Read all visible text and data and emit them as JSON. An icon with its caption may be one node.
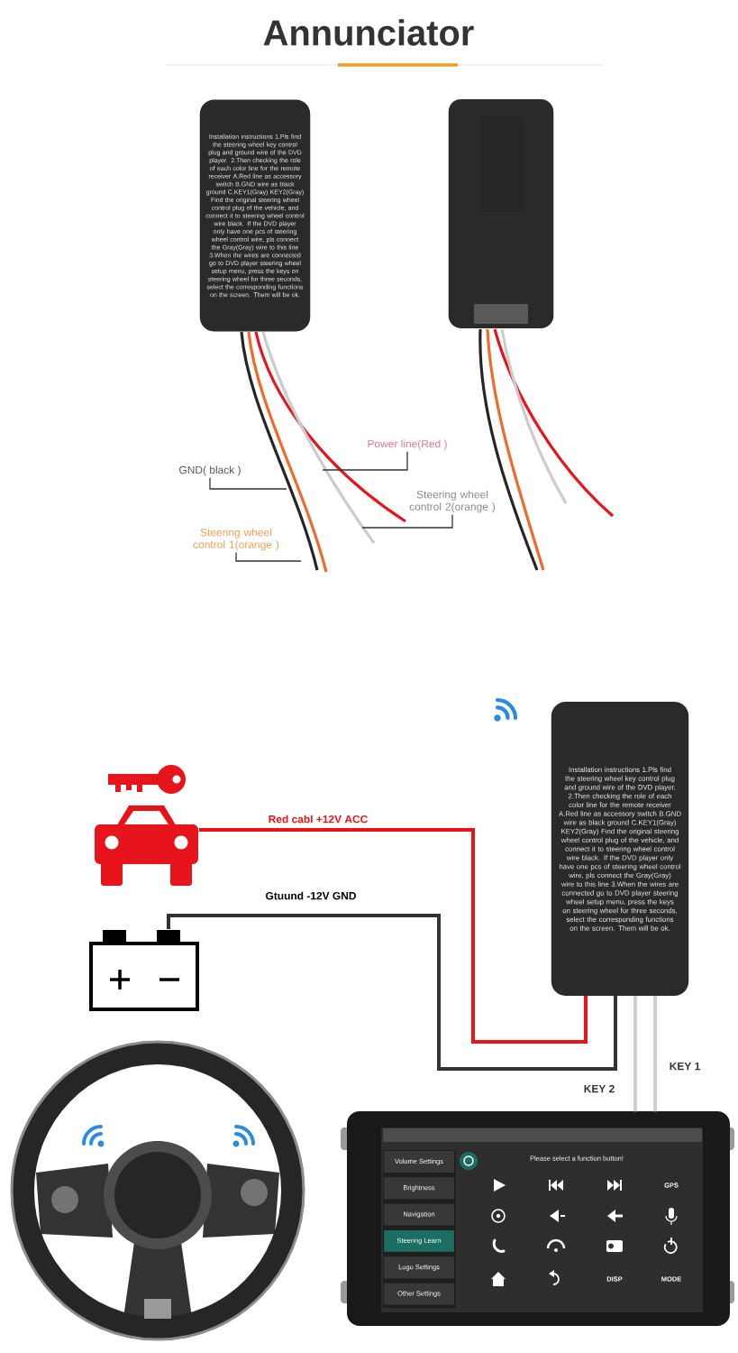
{
  "diagram": {
    "title": "Annunciator",
    "nodes": [
      {
        "text": [
          "Installation instructions 1.Pls find the steering wheel key control plug and ground wire of the DVD player. 2.Then checking the role of each color line for the remote receiver A.Red line as accessory switch B.GND wire as black ground C.KEY1(Gray) KEY2(Gray) Find the original steering wheel control plug of the vehicle, and connect it to steering wheel control wire black. If the DVD player only have one pcs of steering wheel control wire, pls connect the Gray(Gray) wire to this line 3.When the wires are connected go to DVD player steering wheel setup menu, press the keys on steering wheel for three seconds, select the corresponding functions on the screen. Them will be ok."
        ]
      },
      {
        "text": [],
        "shape": "box"
      },
      {
        "text": [
          "Power line(Red )"
        ]
      },
      {
        "text": [
          "GND( black )"
        ]
      },
      {
        "text": [
          "Steering wheel control 2(orange )"
        ]
      },
      {
        "text": [
          "Steering wheel control 1(orange )"
        ]
      },
      {
        "text": [],
        "shape": "picture"
      },
      {
        "text": [],
        "shape": "picture"
      },
      {
        "text": [
          "Installation instructions 1.Pls find the steering wheel key control plug and ground wire of the DVD player. 2.Then checking the role of each color line for the remote receiver A.Red line as accessory switch B.GND wire as black ground C.KEY1(Gray) KEY2(Gray) Find the original steering wheel control plug of the vehicle, and connect it to steering wheel control wire black. If the DVD player only have one pcs of steering wheel control wire, pls connect the Gray(Gray) wire to this line 3.When the wires are connected go to DVD player steering wheel setup menu, press the keys on steering wheel for three seconds, select the corresponding functions on the screen. Them will be ok."
        ]
      },
      {
        "text": [],
        "shape": "picture"
      },
      {
        "text": [],
        "shape": "picture"
      },
      {
        "text": [
          "Volume Settings"
        ],
        "in": 10
      },
      {
        "text": [
          "Brightness"
        ],
        "in": 10
      },
      {
        "text": [
          "Navigation"
        ],
        "in": 10
      },
      {
        "text": [
          "Steering Learn"
        ],
        "in": 10
      },
      {
        "text": [
          "Logo Settings"
        ],
        "in": 10
      },
      {
        "text": [
          "Other Settings"
        ],
        "in": 10
      }
    ],
    "edges": [
      {
        "from": 2,
        "to": null,
        "arrow": "none"
      },
      {
        "from": 3,
        "to": null,
        "arrow": "none"
      },
      {
        "from": 4,
        "to": null,
        "arrow": "none"
      },
      {
        "from": 5,
        "to": null,
        "arrow": "none"
      },
      {
        "from": 6,
        "to": 8,
        "arrow": "none",
        "label": "Red cabl  +12V  ACC",
        "style": "thick",
        "color": "#e8141b"
      },
      {
        "from": 7,
        "to": 8,
        "arrow": "none",
        "label": "Gtuund  -12V  GND",
        "style": "thick"
      },
      {
        "from": 8,
        "to": 10,
        "arrow": "none",
        "label": "KEY 2",
        "style": "thick",
        "color": "#cfcfcf"
      },
      {
        "from": 8,
        "to": 10,
        "arrow": "none",
        "label": "KEY 1",
        "style": "thick",
        "color": "#cfcfcf"
      }
    ],
    "labels": [
      "Please select a function button!",
      "GPS",
      "DISP",
      "MODE"
    ]
  }
}
